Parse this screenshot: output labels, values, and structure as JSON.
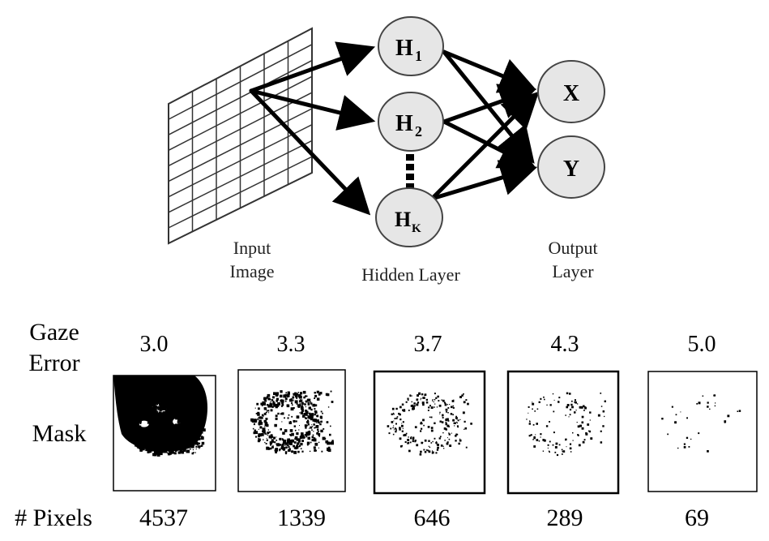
{
  "network": {
    "input_label_line1": "Input",
    "input_label_line2": "Image",
    "hidden_label": "Hidden Layer",
    "output_label_line1": "Output",
    "output_label_line2": "Layer",
    "hidden_nodes": [
      {
        "main": "H",
        "sub": "1"
      },
      {
        "main": "H",
        "sub": "2"
      },
      {
        "main": "H",
        "sub": "K"
      }
    ],
    "output_nodes": [
      "X",
      "Y"
    ]
  },
  "table": {
    "gaze_label_line1": "Gaze",
    "gaze_label_line2": "Error",
    "mask_label": "Mask",
    "pixels_label": "# Pixels",
    "columns": [
      {
        "gaze_error": "3.0",
        "pixels": "4537",
        "mask_density": 0.55
      },
      {
        "gaze_error": "3.3",
        "pixels": "1339",
        "mask_density": 0.18
      },
      {
        "gaze_error": "3.7",
        "pixels": "646",
        "mask_density": 0.09
      },
      {
        "gaze_error": "4.3",
        "pixels": "289",
        "mask_density": 0.045
      },
      {
        "gaze_error": "5.0",
        "pixels": "69",
        "mask_density": 0.012
      }
    ]
  },
  "colors": {
    "node_fill": "#e6e6e6",
    "node_stroke": "#444444",
    "arrow": "#000000",
    "grid": "#333333",
    "mask_ink": "#000000"
  }
}
